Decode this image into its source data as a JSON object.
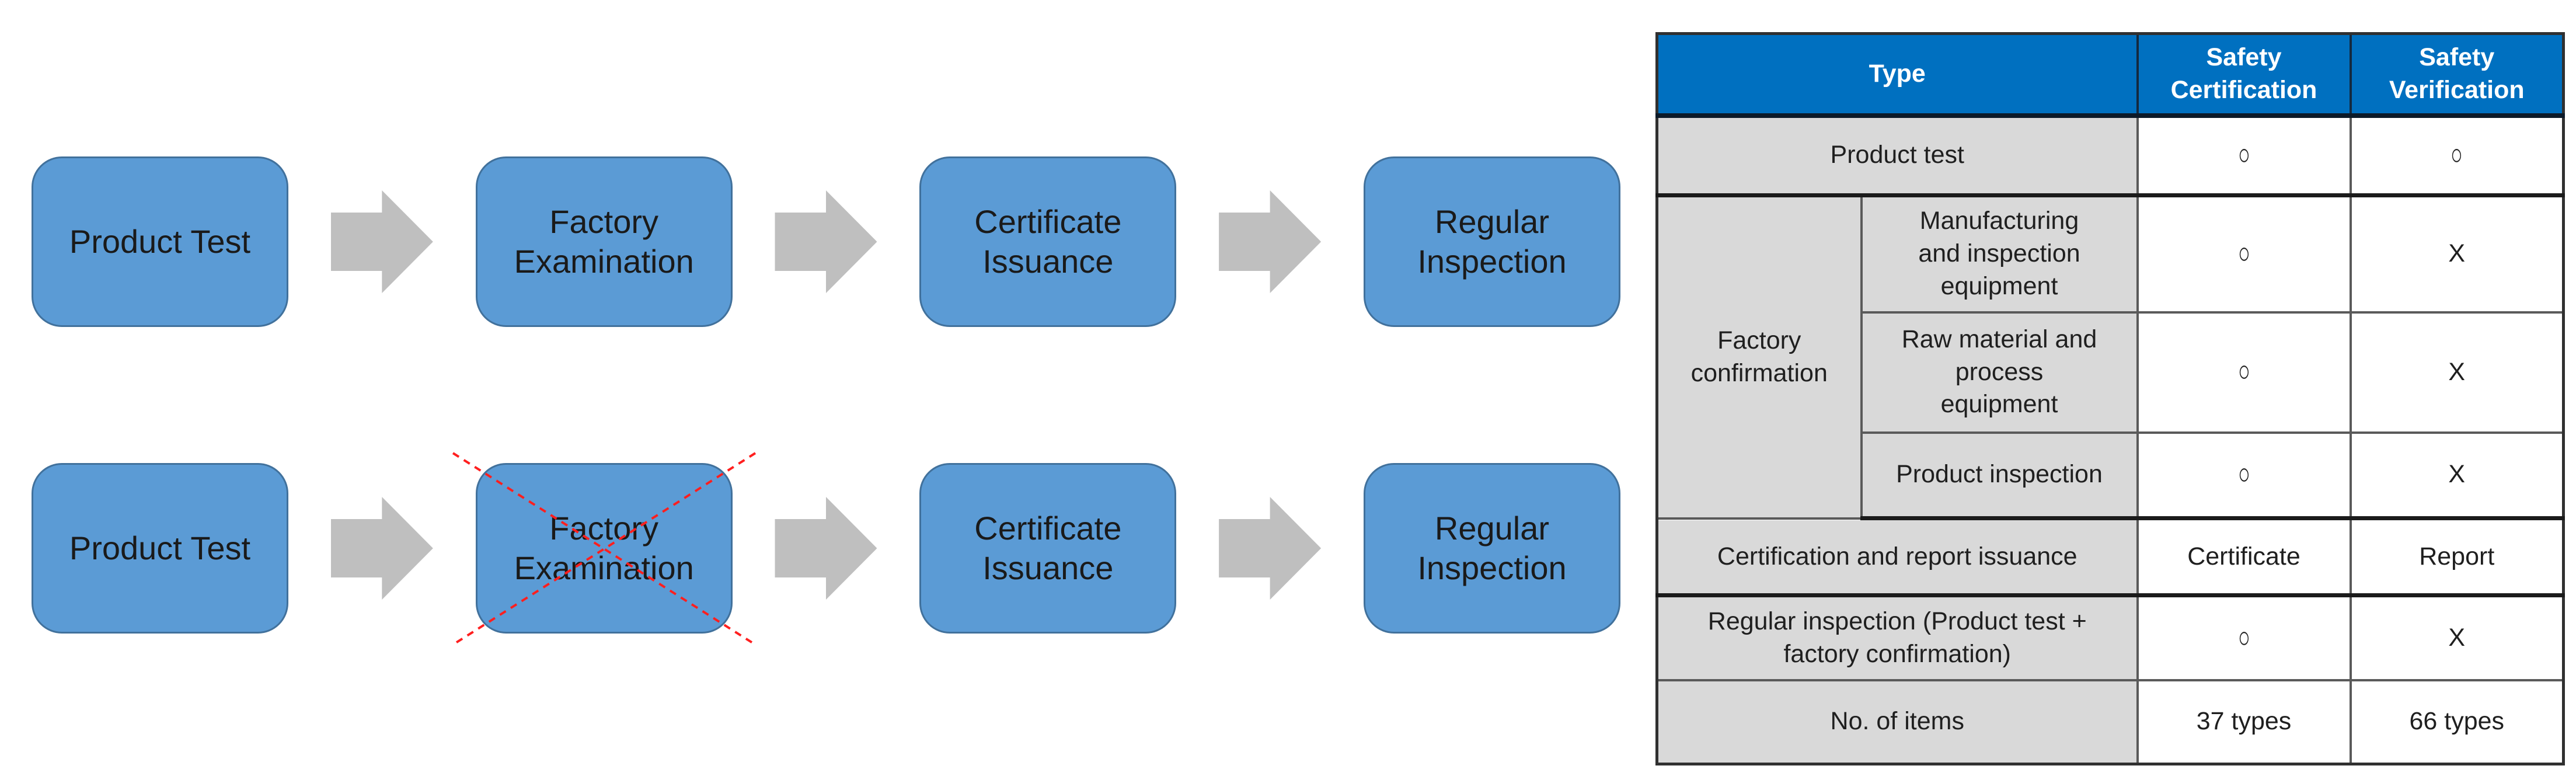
{
  "flow": {
    "row1": {
      "step1": "Product Test",
      "step2": "Factory\nExamination",
      "step3": "Certificate\nIssuance",
      "step4": "Regular\nInspection"
    },
    "row2": {
      "step1": "Product Test",
      "step2": "Factory\nExamination",
      "step3": "Certificate\nIssuance",
      "step4": "Regular\nInspection"
    }
  },
  "table": {
    "header": {
      "type": "Type",
      "certification": "Safety\nCertification",
      "verification": "Safety\nVerification"
    },
    "rows": {
      "product_test": {
        "label": "Product test",
        "cert": "○",
        "verif": "○"
      },
      "factory_group": {
        "label": "Factory\nconfirmation"
      },
      "manufacturing": {
        "label": "Manufacturing\nand inspection\nequipment",
        "cert": "○",
        "verif": "X"
      },
      "raw_material": {
        "label": "Raw material and\nprocess\nequipment",
        "cert": "○",
        "verif": "X"
      },
      "product_inspection": {
        "label": "Product inspection",
        "cert": "○",
        "verif": "X"
      },
      "issuance": {
        "label": "Certification and report issuance",
        "cert": "Certificate",
        "verif": "Report"
      },
      "regular_inspection": {
        "label": "Regular inspection (Product test +\nfactory confirmation)",
        "cert": "○",
        "verif": "X"
      },
      "items": {
        "label": "No. of items",
        "cert": "37 types",
        "verif": "66 types"
      }
    }
  },
  "colors": {
    "box_blue": "#5B9BD5",
    "box_border": "#41719C",
    "arrow_gray": "#BFBFBF",
    "header_blue": "#0070C0",
    "cell_gray": "#D9D9D9",
    "cross_red": "#FF1F1F"
  }
}
